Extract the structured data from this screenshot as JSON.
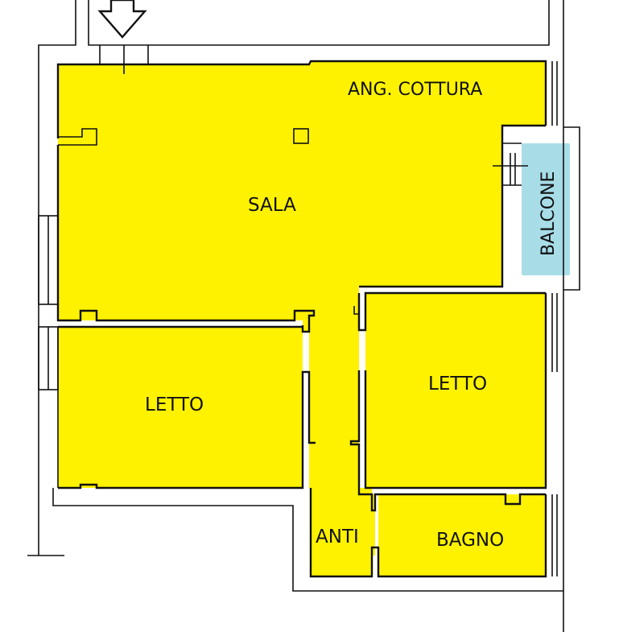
{
  "colors": {
    "room_fill": "#FFF200",
    "balcony_fill": "#A8DDE8",
    "wall": "#111111",
    "background": "#FFFFFF"
  },
  "rooms": {
    "kitchen": "ANG. COTTURA",
    "living": "SALA",
    "balcony": "BALCONE",
    "bedroom_left": "LETTO",
    "bedroom_right": "LETTO",
    "antechamber": "ANTI",
    "bathroom": "BAGNO"
  },
  "icons": {
    "entrance": "entrance-arrow-icon"
  }
}
